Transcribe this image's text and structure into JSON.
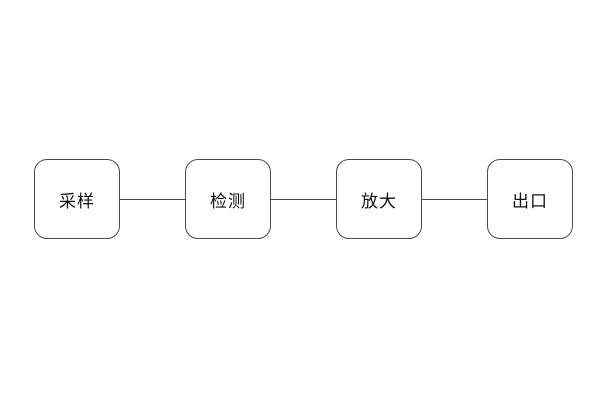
{
  "diagram": {
    "type": "flowchart",
    "orientation": "horizontal",
    "nodes": [
      {
        "id": "sampling",
        "label": "采样"
      },
      {
        "id": "detection",
        "label": "检测"
      },
      {
        "id": "amplification",
        "label": "放大"
      },
      {
        "id": "outlet",
        "label": "出口"
      }
    ],
    "connections": [
      {
        "from": "sampling",
        "to": "detection",
        "style": "plain-line"
      },
      {
        "from": "detection",
        "to": "amplification",
        "style": "plain-line"
      },
      {
        "from": "amplification",
        "to": "outlet",
        "style": "plain-line"
      }
    ],
    "colors": {
      "background": "#ffffff",
      "node_border": "#4b4b4b",
      "connector": "#4b4b4b",
      "text": "#111111"
    }
  }
}
